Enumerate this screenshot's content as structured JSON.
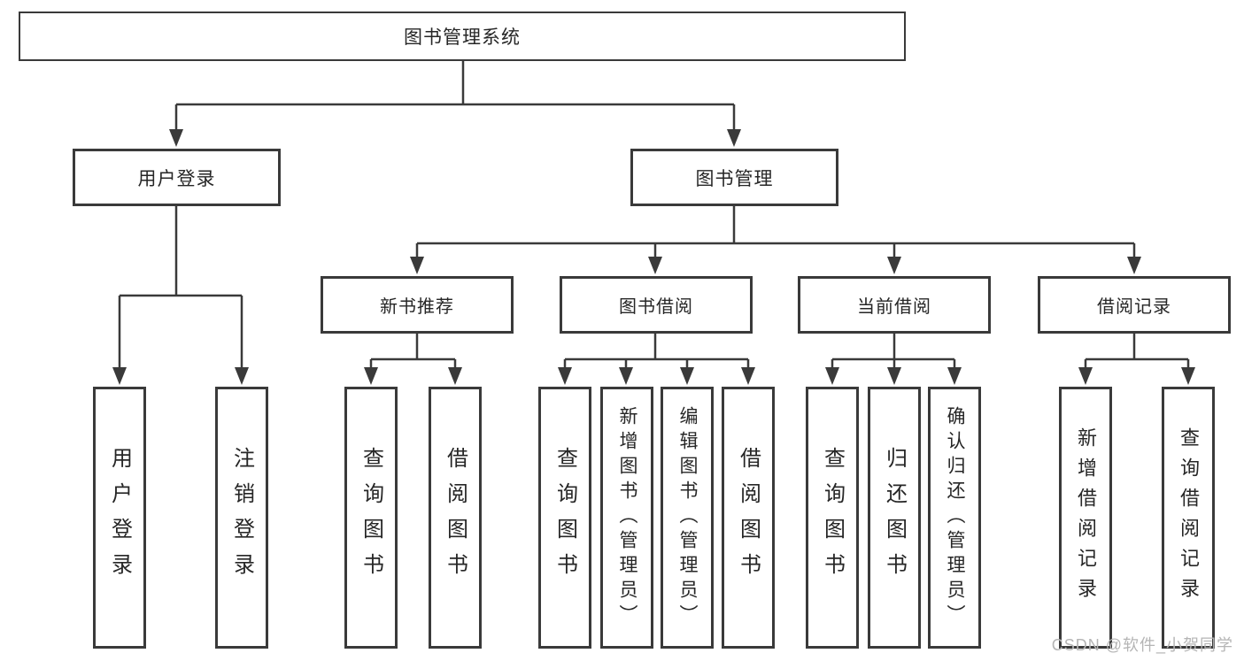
{
  "tree": {
    "root": {
      "label": "图书管理系统"
    },
    "level2": [
      {
        "id": "user-login",
        "label": "用户登录",
        "parent": "图书管理系统"
      },
      {
        "id": "book-management",
        "label": "图书管理",
        "parent": "图书管理系统"
      }
    ],
    "level3": [
      {
        "id": "new-book-recommendation",
        "label": "新书推荐",
        "parent": "图书管理"
      },
      {
        "id": "book-borrowing",
        "label": "图书借阅",
        "parent": "图书管理"
      },
      {
        "id": "current-borrowing",
        "label": "当前借阅",
        "parent": "图书管理"
      },
      {
        "id": "borrowing-records",
        "label": "借阅记录",
        "parent": "图书管理"
      }
    ],
    "leaves": [
      {
        "id": "user-login-leaf",
        "label": "用户登录",
        "parent": "用户登录"
      },
      {
        "id": "logout",
        "label": "注销登录",
        "parent": "用户登录"
      },
      {
        "id": "query-books-recommend",
        "label": "查询图书",
        "parent": "新书推荐"
      },
      {
        "id": "borrow-books-recommend",
        "label": "借阅图书",
        "parent": "新书推荐"
      },
      {
        "id": "query-books-borrow",
        "label": "查询图书",
        "parent": "图书借阅"
      },
      {
        "id": "add-books-admin",
        "label": "新增图书（管理员）",
        "parent": "图书借阅"
      },
      {
        "id": "edit-books-admin",
        "label": "编辑图书（管理员）",
        "parent": "图书借阅"
      },
      {
        "id": "borrow-books",
        "label": "借阅图书",
        "parent": "图书借阅"
      },
      {
        "id": "query-books-current",
        "label": "查询图书",
        "parent": "当前借阅"
      },
      {
        "id": "return-books",
        "label": "归还图书",
        "parent": "当前借阅"
      },
      {
        "id": "confirm-return-admin",
        "label": "确认归还（管理员）",
        "parent": "当前借阅"
      },
      {
        "id": "add-borrow-record",
        "label": "新增借阅记录",
        "parent": "借阅记录"
      },
      {
        "id": "query-borrow-record",
        "label": "查询借阅记录",
        "parent": "借阅记录"
      }
    ]
  },
  "watermark": {
    "text": "CSDN @软件_小贺同学"
  },
  "colors": {
    "line": "#3a3a3a",
    "box_border": "#3a3a3a",
    "box_fill": "#ffffff",
    "text": "#262626",
    "watermark": "#b5b5b5",
    "background": "#ffffff"
  }
}
